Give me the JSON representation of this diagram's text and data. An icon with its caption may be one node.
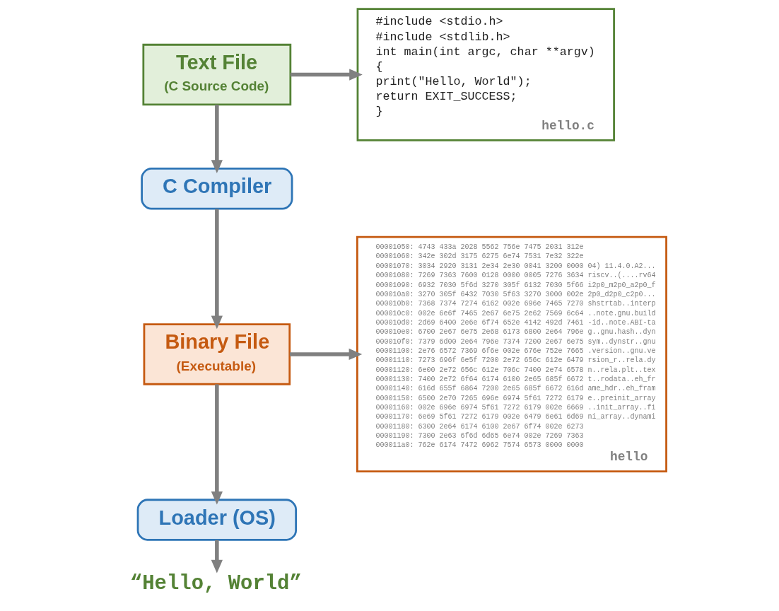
{
  "diagram": {
    "nodes": [
      {
        "text": [
          "Text File",
          "(C Source Code)"
        ]
      },
      {
        "text": [
          "#include <stdio.h>",
          "#include <stdlib.h>",
          "int main(int argc, char **argv)",
          "{",
          "print(\"Hello, World\");",
          "return EXIT_SUCCESS;",
          "}",
          "hello.c"
        ]
      },
      {
        "text": [
          "C Compiler"
        ]
      },
      {
        "text": [
          "Binary File",
          "(Executable)"
        ]
      },
      {
        "text": [
          "00001050: 4743 433a 2028 5562 756e 7475 2031 312e",
          "00001060: 342e 302d 3175 6275 6e74 7531 7e32 322e",
          "00001070: 3034 2920 3131 2e34 2e30 0041 3200 0000 04) 11.4.0.A2...",
          "00001080: 7269 7363 7600 0128 0000 0005 7276 3634 riscv..(....rv64",
          "00001090: 6932 7030 5f6d 3270 305f 6132 7030 5f66 i2p0_m2p0_a2p0_f",
          "000010a0: 3270 305f 6432 7030 5f63 3270 3000 002e 2p0_d2p0_c2p0...",
          "000010b0: 7368 7374 7274 6162 002e 696e 7465 7270 shstrtab..interp",
          "000010c0: 002e 6e6f 7465 2e67 6e75 2e62 7569 6c64 ..note.gnu.build",
          "000010d0: 2d69 6400 2e6e 6f74 652e 4142 492d 7461 -id..note.ABI-ta",
          "000010e0: 6700 2e67 6e75 2e68 6173 6800 2e64 796e g..gnu.hash..dyn",
          "000010f0: 7379 6d00 2e64 796e 7374 7200 2e67 6e75 sym..dynstr..gnu",
          "00001100: 2e76 6572 7369 6f6e 002e 676e 752e 7665 .version..gnu.ve",
          "00001110: 7273 696f 6e5f 7200 2e72 656c 612e 6479 rsion_r..rela.dy",
          "00001120: 6e00 2e72 656c 612e 706c 7400 2e74 6578 n..rela.plt..tex",
          "00001130: 7400 2e72 6f64 6174 6100 2e65 685f 6672 t..rodata..eh_fr",
          "00001140: 616d 655f 6864 7200 2e65 685f 6672 616d ame_hdr..eh_fram",
          "00001150: 6500 2e70 7265 696e 6974 5f61 7272 6179 e..preinit_array",
          "00001160: 002e 696e 6974 5f61 7272 6179 002e 6669 ..init_array..fi",
          "00001170: 6e69 5f61 7272 6179 002e 6479 6e61 6d69 ni_array..dynami",
          "00001180: 6300 2e64 6174 6100 2e67 6f74 002e 6273",
          "00001190: 7300 2e63 6f6d 6d65 6e74 002e 7269 7363",
          "000011a0: 762e 6174 7472 6962 7574 6573 0000 0000",
          "hello"
        ]
      },
      {
        "text": [
          "Loader (OS)"
        ]
      },
      {
        "text": [
          "“Hello, World”"
        ]
      }
    ],
    "edges": [
      {
        "from": 0,
        "to": 1,
        "arrow": "to"
      },
      {
        "from": 0,
        "to": 2,
        "arrow": "to"
      },
      {
        "from": 2,
        "to": 3,
        "arrow": "to"
      },
      {
        "from": 3,
        "to": 4,
        "arrow": "to"
      },
      {
        "from": 3,
        "to": 5,
        "arrow": "to"
      },
      {
        "from": 5,
        "to": 6,
        "arrow": "to"
      }
    ]
  }
}
